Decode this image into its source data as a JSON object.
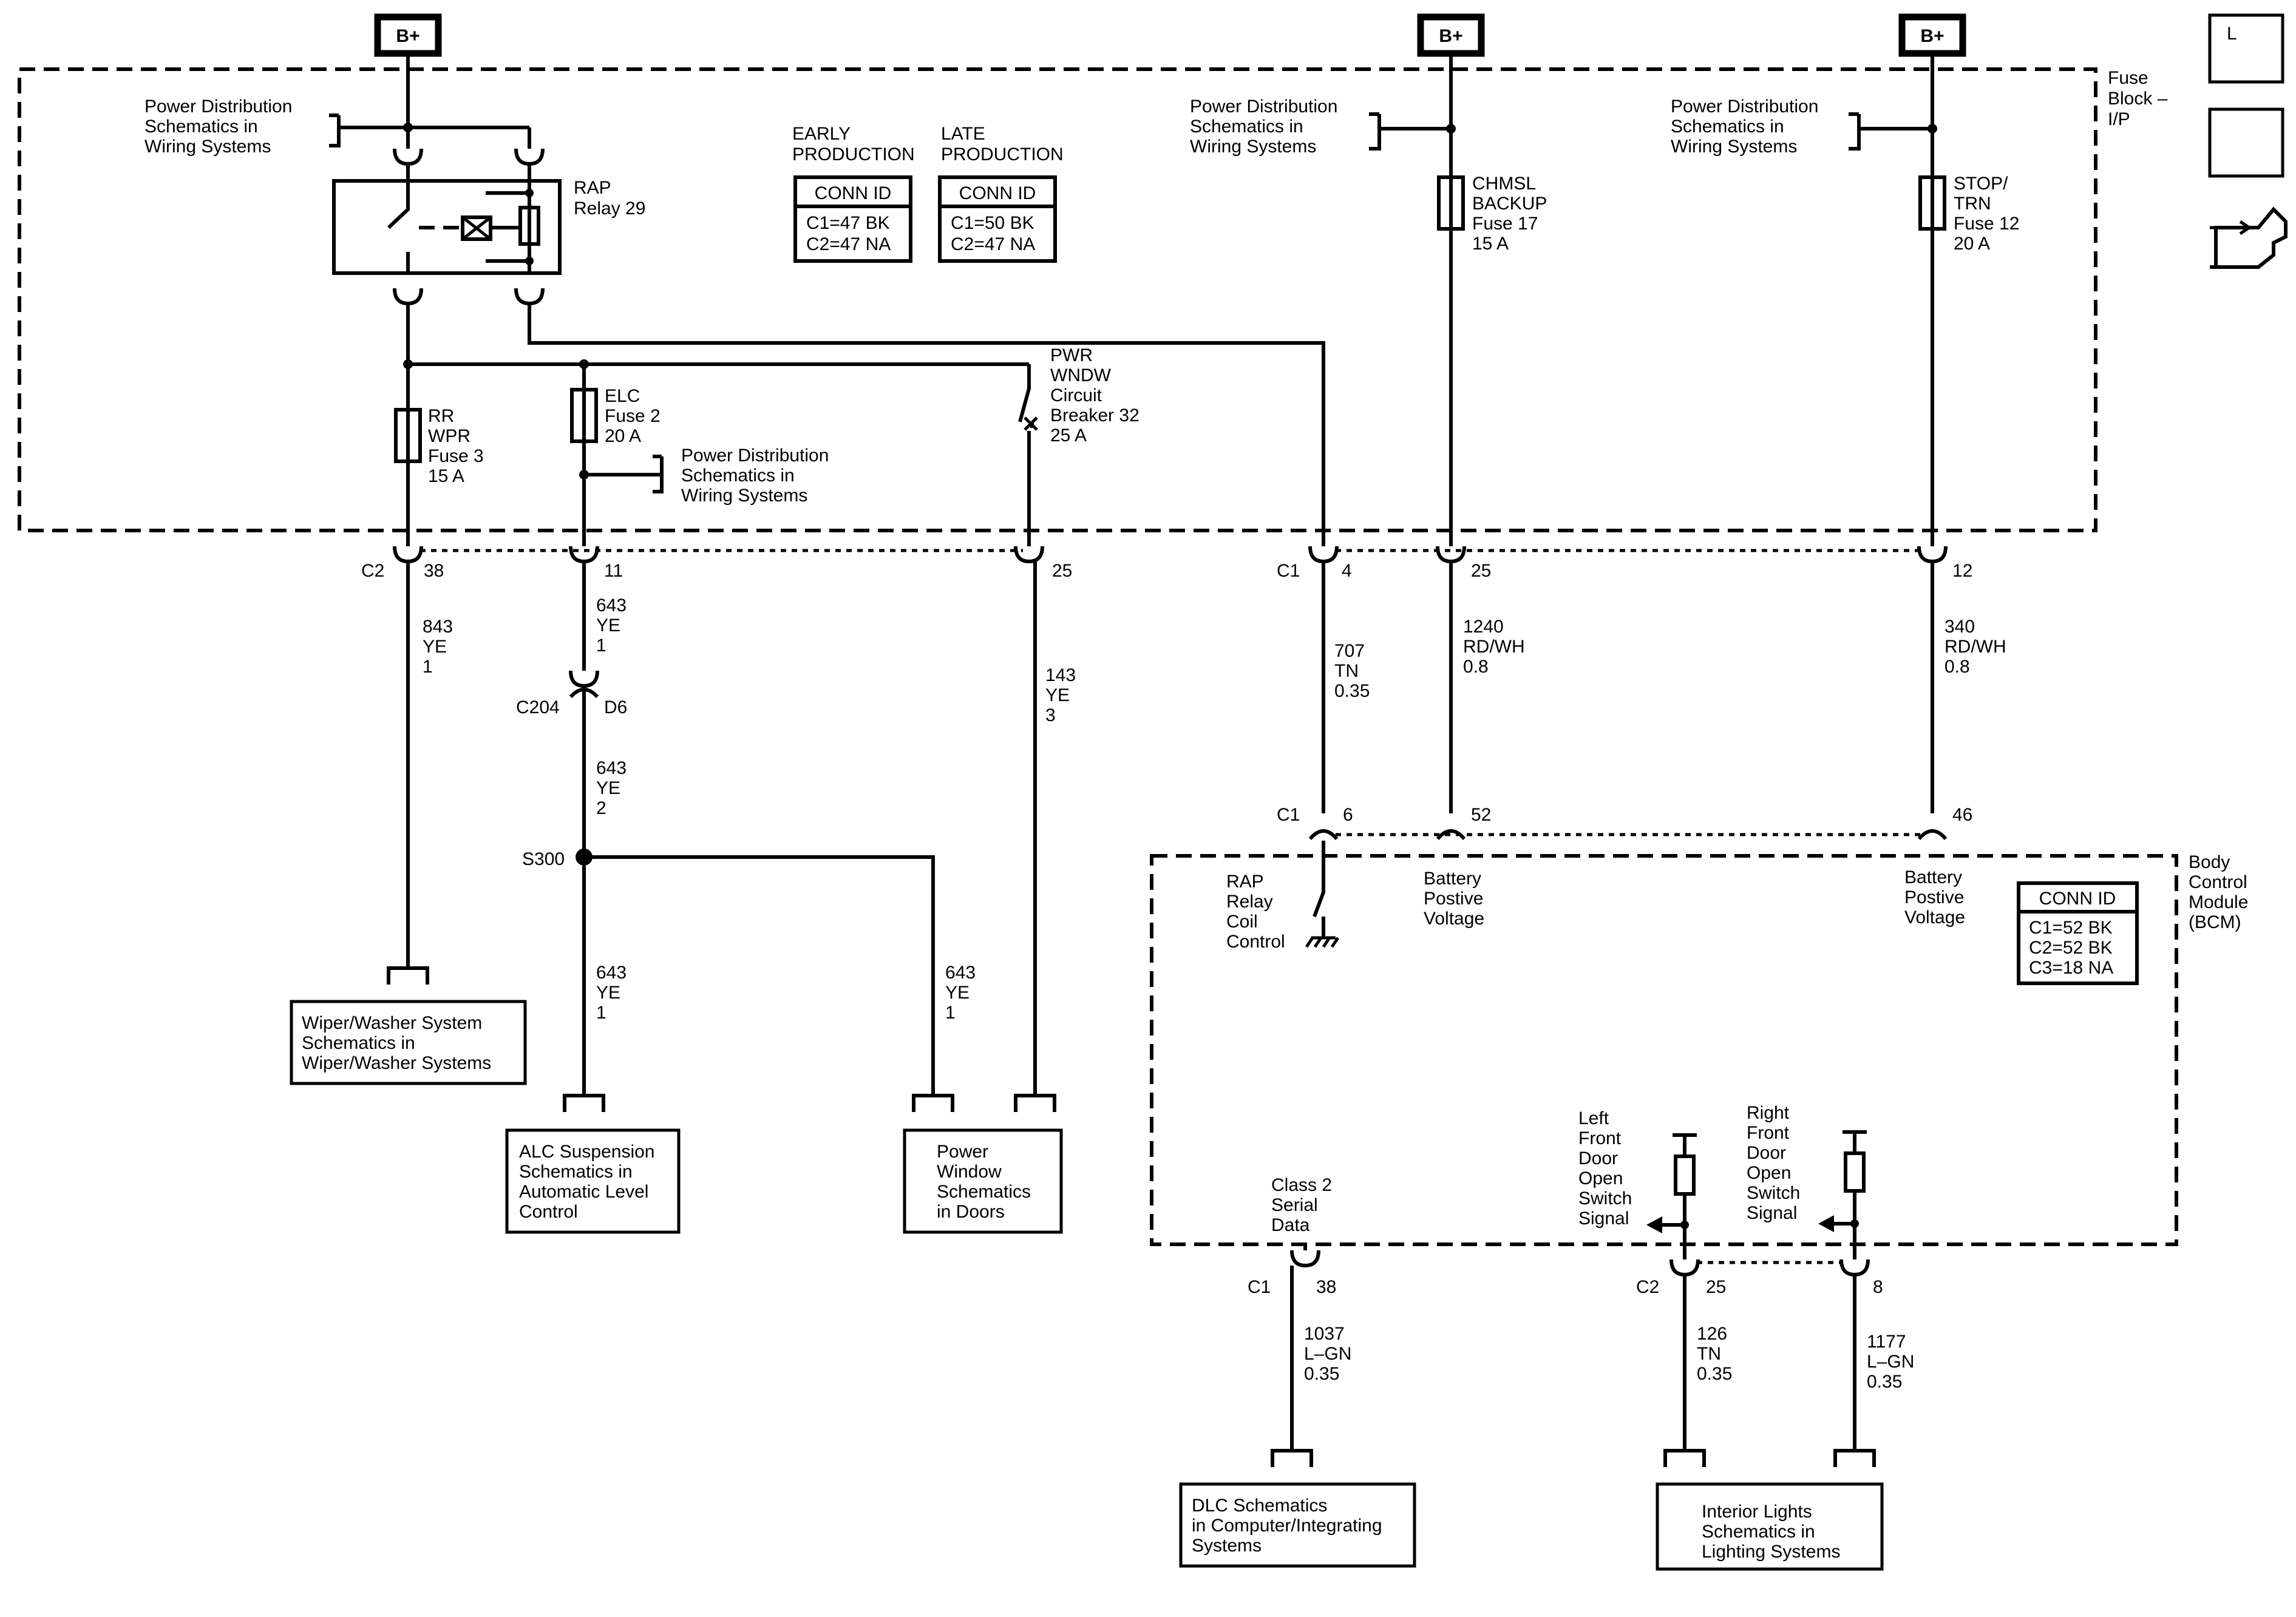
{
  "icons": {
    "loc_icon": "L O C",
    "desc_icon": "D E S C"
  },
  "supply": {
    "b_plus": "B+"
  },
  "fuse_block": {
    "label": [
      "Fuse",
      "Block –",
      "I/P"
    ],
    "power_dist_ref": [
      "Power Distribution",
      "Schematics in",
      "Wiring Systems"
    ],
    "rap_relay": [
      "RAP",
      "Relay 29"
    ],
    "rr_wpr_fuse": [
      "RR",
      "WPR",
      "Fuse 3",
      "15 A"
    ],
    "elc_fuse": [
      "ELC",
      "Fuse 2",
      "20 A"
    ],
    "pwr_wndw_breaker": [
      "PWR",
      "WNDW",
      "Circuit",
      "Breaker 32",
      "25 A"
    ],
    "chmsl_fuse": [
      "CHMSL",
      "BACKUP",
      "Fuse 17",
      "15 A"
    ],
    "stop_trn_fuse": [
      "STOP/",
      "TRN",
      "Fuse 12",
      "20 A"
    ],
    "early_production": [
      "EARLY",
      "PRODUCTION"
    ],
    "late_production": [
      "LATE",
      "PRODUCTION"
    ],
    "early_conn": {
      "title": "CONN ID",
      "rows": [
        "C1=47 BK",
        "C2=47 NA"
      ]
    },
    "late_conn": {
      "title": "CONN ID",
      "rows": [
        "C1=50 BK",
        "C2=47 NA"
      ]
    }
  },
  "connectors": {
    "c2": "C2",
    "c1": "C1",
    "c204": "C204",
    "s300": "S300",
    "pins": {
      "c2_38": "38",
      "c2_11": "11",
      "c2_25": "25",
      "c1_4": "4",
      "c1_25": "25",
      "c1_12": "12",
      "c204_d6": "D6",
      "bcm_c1_6": "6",
      "bcm_c1_52": "52",
      "bcm_c1_46": "46",
      "bcm_c1_38": "38",
      "bcm_c2_25": "25",
      "bcm_c2_8": "8"
    }
  },
  "wires": {
    "w843": [
      "843",
      "YE",
      "1"
    ],
    "w643a": [
      "643",
      "YE",
      "1"
    ],
    "w643b": [
      "643",
      "YE",
      "2"
    ],
    "w643c": [
      "643",
      "YE",
      "1"
    ],
    "w643d": [
      "643",
      "YE",
      "1"
    ],
    "w143": [
      "143",
      "YE",
      "3"
    ],
    "w707": [
      "707",
      "TN",
      "0.35"
    ],
    "w1240": [
      "1240",
      "RD/WH",
      "0.8"
    ],
    "w340": [
      "340",
      "RD/WH",
      "0.8"
    ],
    "w1037": [
      "1037",
      "L–GN",
      "0.35"
    ],
    "w126": [
      "126",
      "TN",
      "0.35"
    ],
    "w1177": [
      "1177",
      "L–GN",
      "0.35"
    ]
  },
  "bcm": {
    "label": [
      "Body",
      "Control",
      "Module",
      "(BCM)"
    ],
    "rap_relay_coil": [
      "RAP",
      "Relay",
      "Coil",
      "Control"
    ],
    "battery_positive_1": [
      "Battery",
      "Postive",
      "Voltage"
    ],
    "battery_positive_2": [
      "Battery",
      "Postive",
      "Voltage"
    ],
    "conn": {
      "title": "CONN ID",
      "rows": [
        "C1=52 BK",
        "C2=52 BK",
        "C3=18 NA"
      ]
    },
    "class2": [
      "Class 2",
      "Serial",
      "Data"
    ],
    "left_door": [
      "Left",
      "Front",
      "Door",
      "Open",
      "Switch",
      "Signal"
    ],
    "right_door": [
      "Right",
      "Front",
      "Door",
      "Open",
      "Switch",
      "Signal"
    ]
  },
  "destinations": {
    "wiper": [
      "Wiper/Washer System",
      "Schematics in",
      "Wiper/Washer Systems"
    ],
    "alc": [
      "ALC Suspension",
      "Schematics in",
      "Automatic Level",
      "Control"
    ],
    "power_window": [
      "Power",
      "Window",
      "Schematics",
      "in Doors"
    ],
    "dlc": [
      "DLC Schematics",
      "in Computer/Integrating",
      "Systems"
    ],
    "interior_lights": [
      "Interior Lights",
      "Schematics in",
      "Lighting Systems"
    ]
  }
}
